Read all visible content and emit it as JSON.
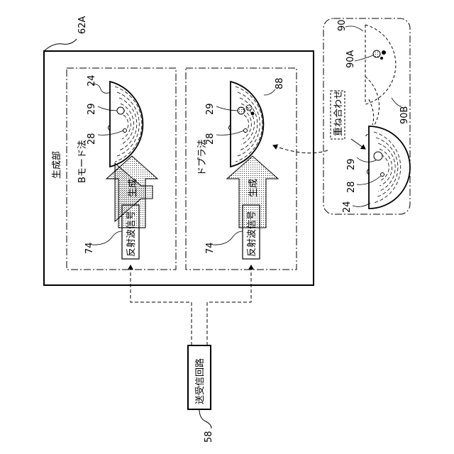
{
  "figure": {
    "labels": {
      "unit_ref": "62A",
      "unit_title": "生成部",
      "transceiver_ref": "58",
      "transceiver_title": "送受信回路",
      "panel_b": {
        "mode_title": "Bモード法",
        "reflected_signal": "反射波信号",
        "generate": "生成",
        "ref_74": "74",
        "ref_24": "24",
        "ref_29": "29",
        "ref_28": "28"
      },
      "panel_doppler": {
        "mode_title": "ドプラ法",
        "reflected_signal": "反射波信号",
        "generate": "生成",
        "ref_74": "74",
        "ref_88": "88",
        "ref_29": "29",
        "ref_28": "28"
      },
      "overlay": {
        "ref_90": "90",
        "ref_90A": "90A",
        "ref_90B": "90B",
        "superimpose": "重ね合わせ",
        "ref_24": "24",
        "ref_28": "28",
        "ref_29": "29"
      }
    }
  }
}
